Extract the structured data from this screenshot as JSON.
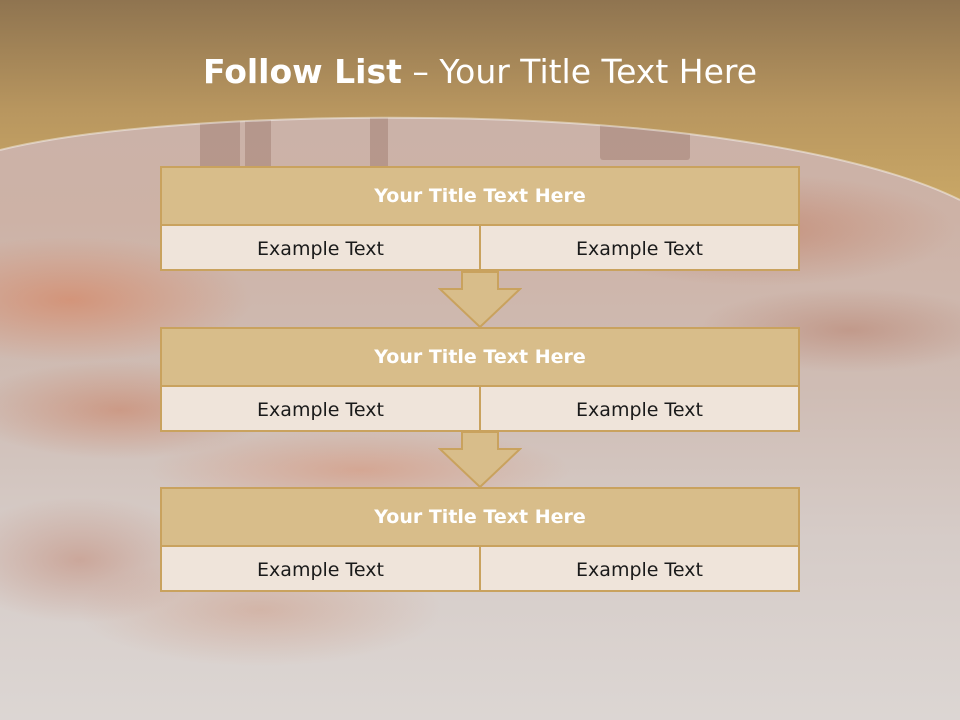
{
  "slide": {
    "title_bold": "Follow List",
    "title_rest": " – Your Title Text Here"
  },
  "flow": [
    {
      "title": "Your Title Text Here",
      "left": "Example Text",
      "right": "Example Text"
    },
    {
      "title": "Your Title Text Here",
      "left": "Example Text",
      "right": "Example Text"
    },
    {
      "title": "Your Title Text Here",
      "left": "Example Text",
      "right": "Example Text"
    }
  ],
  "colors": {
    "header_band": "#c6a466",
    "box_header": "#d8bd8a",
    "box_border": "#c9a25e",
    "box_body": "#efe4da"
  },
  "icons": [
    "down-arrow-icon"
  ]
}
